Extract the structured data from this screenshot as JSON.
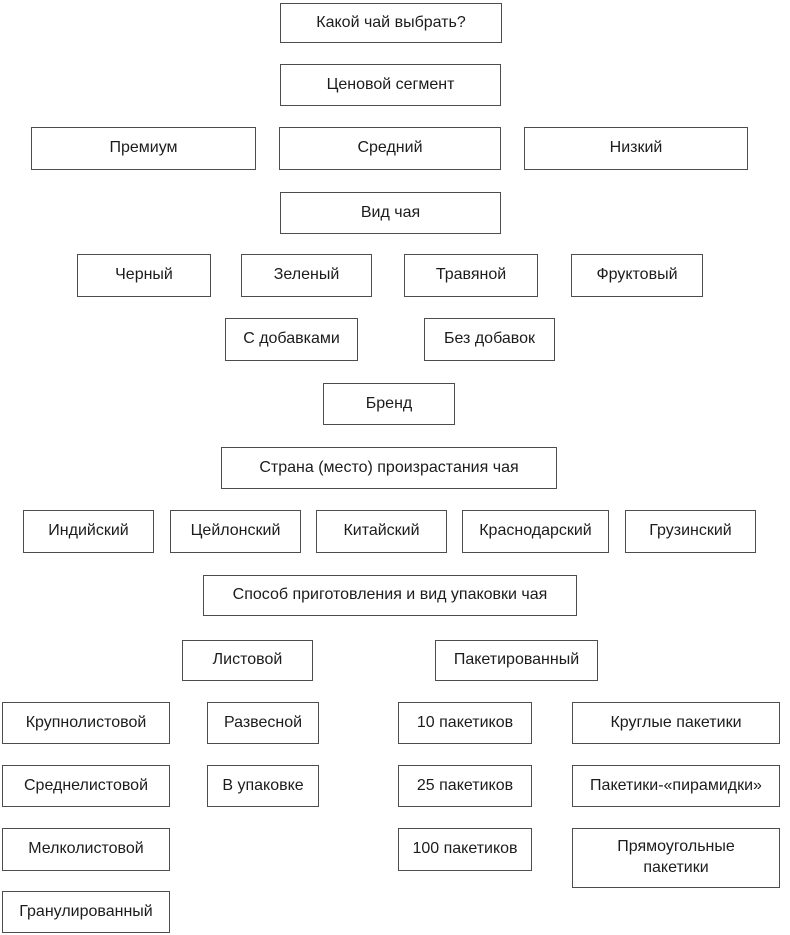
{
  "colors": {
    "background": "#ffffff",
    "box_border": "#4d4d4d",
    "text": "#1c1c1c"
  },
  "nodes": {
    "question": "Какой чай выбрать?",
    "price": {
      "header": "Ценовой сегмент",
      "premium": "Премиум",
      "medium": "Средний",
      "low": "Низкий"
    },
    "type": {
      "header": "Вид чая",
      "black": "Черный",
      "green": "Зеленый",
      "herbal": "Травяной",
      "fruit": "Фруктовый",
      "with_additives": "С добавками",
      "without_additives": "Без добавок"
    },
    "brand": {
      "header": "Бренд"
    },
    "origin": {
      "header": "Страна (место) произрастания чая",
      "indian": "Индийский",
      "ceylon": "Цейлонский",
      "chinese": "Китайский",
      "krasnodar": "Краснодарский",
      "georgian": "Грузинский"
    },
    "packaging": {
      "header": "Способ приготовления и вид упаковки чая",
      "leaf": "Листовой",
      "bagged": "Пакетированный",
      "large_leaf": "Крупнолистовой",
      "loose": "Развесной",
      "bags_10": "10 пакетиков",
      "round_bags": "Круглые пакетики",
      "medium_leaf": "Среднелистовой",
      "packed": "В упаковке",
      "bags_25": "25 пакетиков",
      "pyramid_bags": "Пакетики-«пирамидки»",
      "small_leaf": "Мелколистовой",
      "bags_100": "100 пакетиков",
      "rect_bags": "Прямоугольные пакетики",
      "granulated": "Гранулированный"
    }
  }
}
